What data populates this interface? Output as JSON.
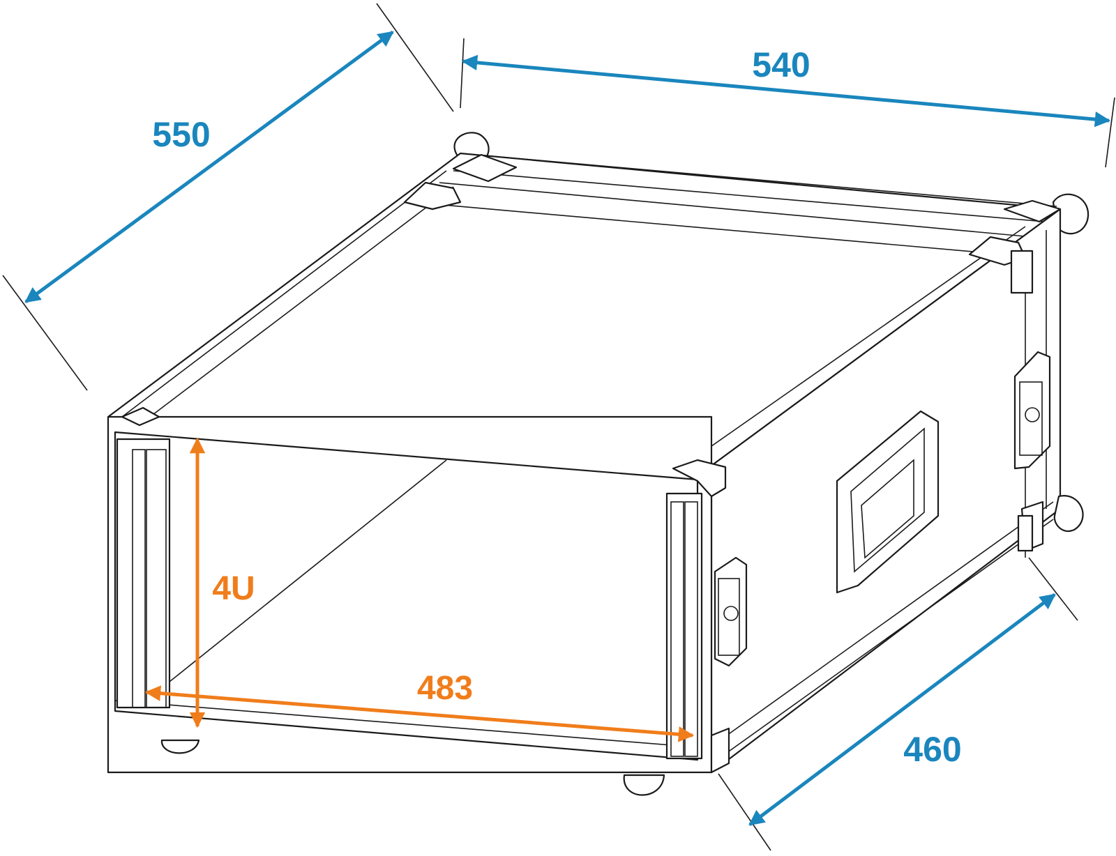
{
  "colors": {
    "outer_dimension": "#1a86bd",
    "inner_dimension": "#f07d1b",
    "line_art": "#1a1a1a",
    "background": "#ffffff"
  },
  "dimensions": {
    "depth": "550",
    "width": "540",
    "front_depth": "460",
    "rack_width": "483",
    "rack_height": "4U"
  }
}
